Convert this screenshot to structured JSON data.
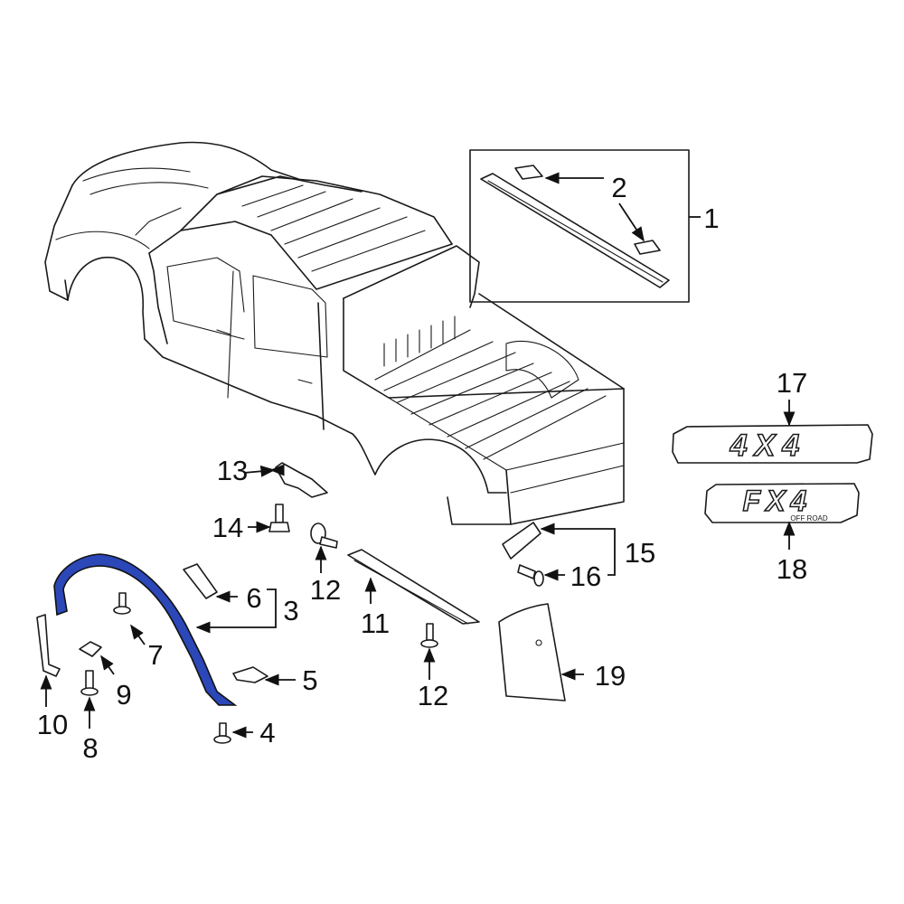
{
  "callouts": [
    {
      "id": "c1",
      "label": "1"
    },
    {
      "id": "c2",
      "label": "2"
    },
    {
      "id": "c3",
      "label": "3"
    },
    {
      "id": "c4",
      "label": "4"
    },
    {
      "id": "c5",
      "label": "5"
    },
    {
      "id": "c6",
      "label": "6"
    },
    {
      "id": "c7",
      "label": "7"
    },
    {
      "id": "c8",
      "label": "8"
    },
    {
      "id": "c9",
      "label": "9"
    },
    {
      "id": "c10",
      "label": "10"
    },
    {
      "id": "c11",
      "label": "11"
    },
    {
      "id": "c12a",
      "label": "12"
    },
    {
      "id": "c12b",
      "label": "12"
    },
    {
      "id": "c13",
      "label": "13"
    },
    {
      "id": "c14",
      "label": "14"
    },
    {
      "id": "c15",
      "label": "15"
    },
    {
      "id": "c16",
      "label": "16"
    },
    {
      "id": "c17",
      "label": "17"
    },
    {
      "id": "c18",
      "label": "18"
    },
    {
      "id": "c19",
      "label": "19"
    }
  ],
  "colors": {
    "line": "#1a1a1a",
    "highlight": "#2b47b8"
  },
  "badges": {
    "badge_4x4": "4X4",
    "badge_fx4": "FX4",
    "badge_fx4_sub": "OFF ROAD"
  }
}
